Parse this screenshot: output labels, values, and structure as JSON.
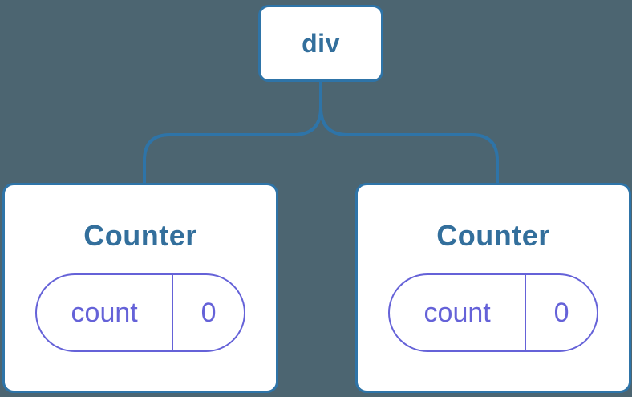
{
  "diagram": {
    "type": "component-tree",
    "root": {
      "label": "div"
    },
    "children": [
      {
        "title": "Counter",
        "state_pill": {
          "key": "count",
          "value": "0"
        }
      },
      {
        "title": "Counter",
        "state_pill": {
          "key": "count",
          "value": "0"
        }
      }
    ],
    "colors": {
      "background": "#4C6571",
      "node_background": "#FFFFFF",
      "node_border": "#2E74A8",
      "node_text": "#336F9C",
      "connector": "#2E74A8",
      "state_accent": "#6562D8"
    }
  }
}
